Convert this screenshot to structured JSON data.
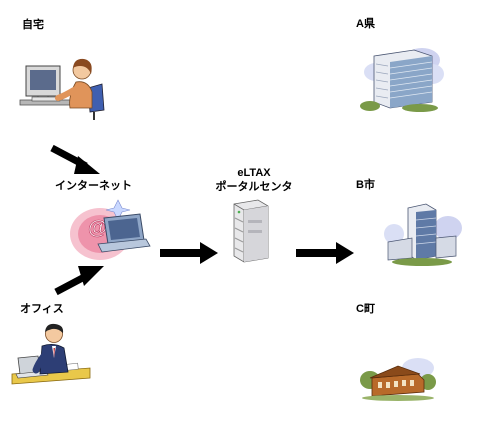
{
  "nodes": {
    "home": {
      "label": "自宅"
    },
    "office": {
      "label": "オフィス"
    },
    "internet": {
      "label": "インターネット"
    },
    "portal": {
      "line1": "eLTAX",
      "line2": "ポータルセンタ"
    },
    "pref_a": {
      "label": "A県"
    },
    "city_b": {
      "label": "B市"
    },
    "town_c": {
      "label": "C町"
    }
  },
  "colors": {
    "arrow": "#000000",
    "building_blue": "#8aa6c8",
    "tree_green": "#7a9a48",
    "cloud_lilac": "#cfd3f0"
  }
}
